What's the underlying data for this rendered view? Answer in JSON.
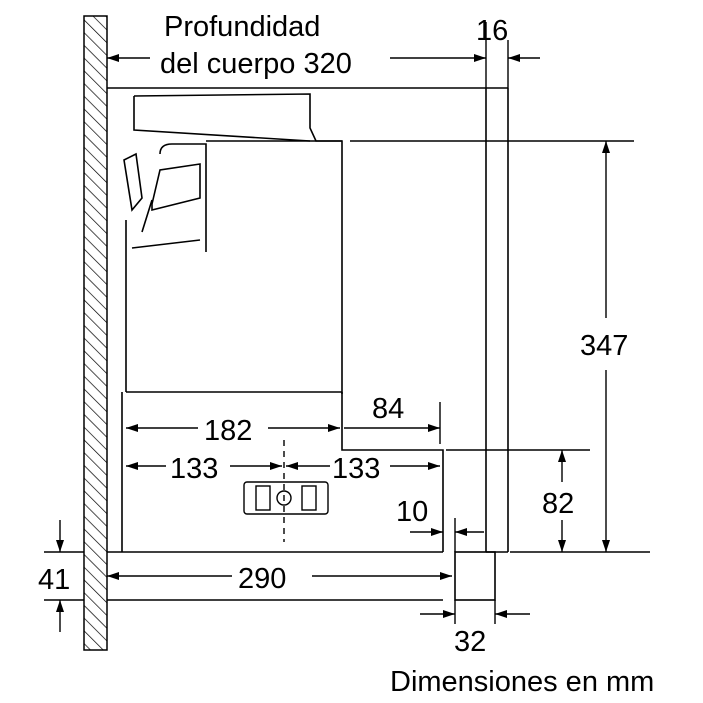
{
  "labels": {
    "depth_line1": "Profundidad",
    "depth_line2": "del cuerpo 320",
    "d16": "16",
    "d347": "347",
    "d84": "84",
    "d182": "182",
    "d133_left": "133",
    "d133_right": "133",
    "d82": "82",
    "d10": "10",
    "d41": "41",
    "d290": "290",
    "d32": "32",
    "units": "Dimensiones en mm"
  }
}
